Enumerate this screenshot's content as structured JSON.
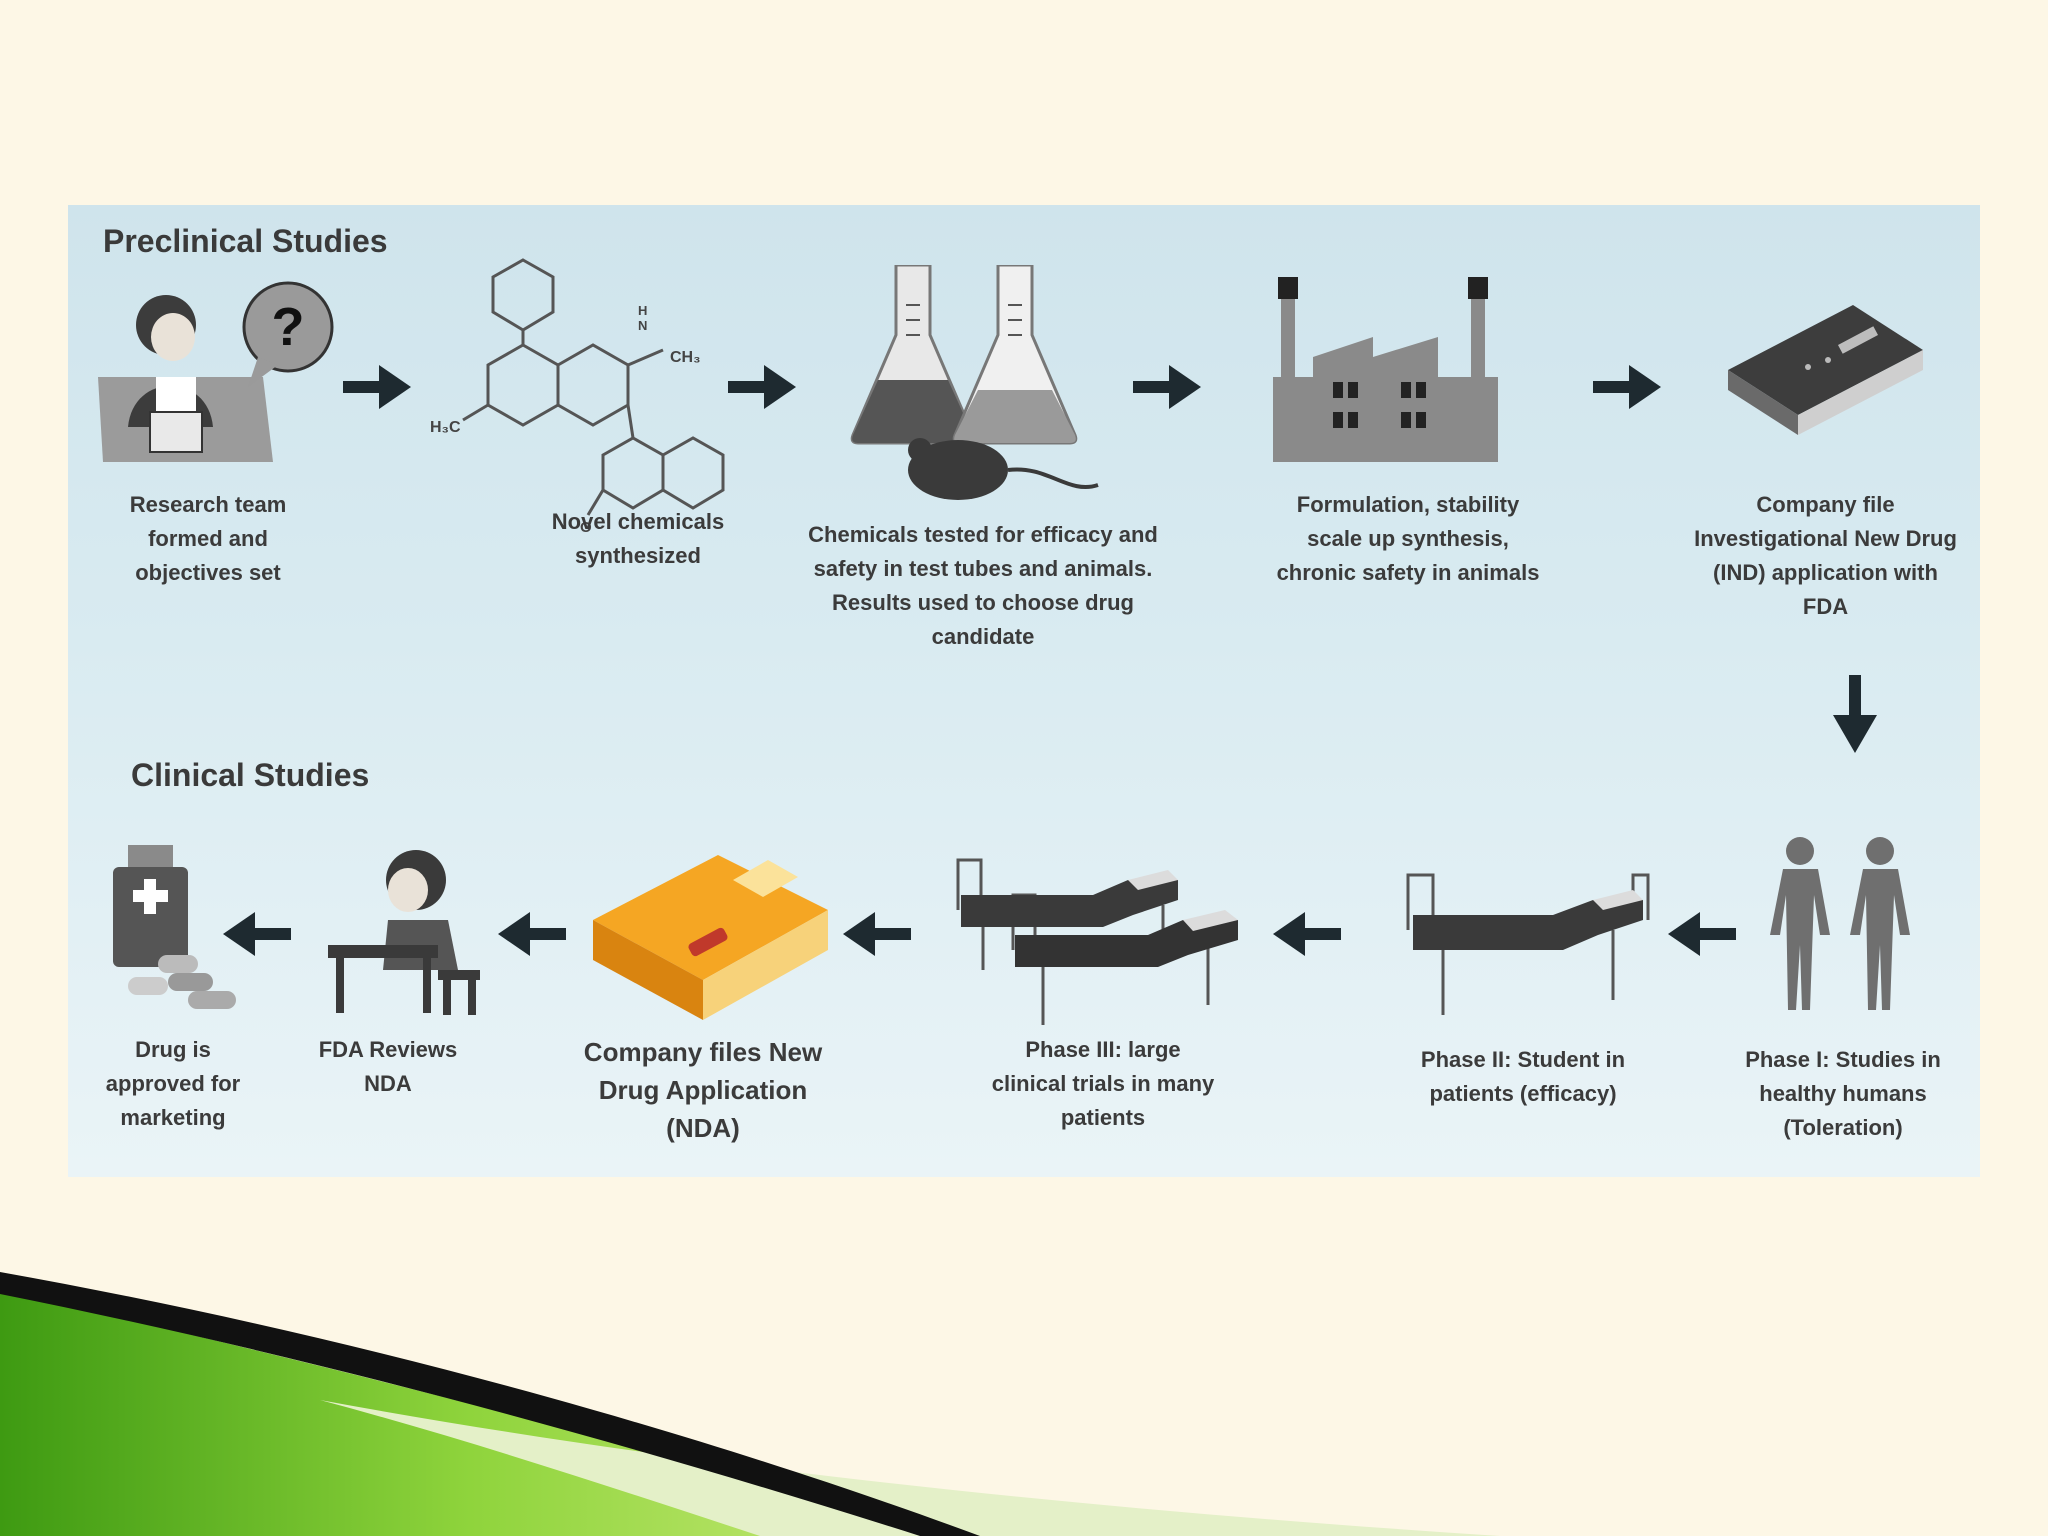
{
  "sections": {
    "preclinical_title": "Preclinical Studies",
    "clinical_title": "Clinical Studies"
  },
  "preclinical_steps": [
    {
      "icon": "researcher-question-icon",
      "caption": "Research team formed and objectives set"
    },
    {
      "icon": "chemical-structure-icon",
      "caption": "Novel chemicals synthesized"
    },
    {
      "icon": "flasks-and-mouse-icon",
      "caption": "Chemicals tested for efficacy and safety in test tubes and animals. Results used to choose drug candidate"
    },
    {
      "icon": "factory-icon",
      "caption": "Formulation, stability scale up synthesis, chronic safety in animals"
    },
    {
      "icon": "document-book-icon",
      "caption": "Company file Investigational New Drug (IND) application with FDA"
    }
  ],
  "clinical_steps": [
    {
      "icon": "human-figures-icon",
      "caption": "Phase I: Studies in healthy humans (Toleration)"
    },
    {
      "icon": "hospital-bed-icon",
      "caption": "Phase II: Student in patients (efficacy)"
    },
    {
      "icon": "hospital-beds-icon",
      "caption": "Phase III: large clinical trials in many patients"
    },
    {
      "icon": "application-folder-icon",
      "caption": "Company files New Drug Application (NDA)"
    },
    {
      "icon": "fda-reviewer-icon",
      "caption": "FDA Reviews NDA"
    },
    {
      "icon": "medicine-bottle-icon",
      "caption": "Drug is approved for marketing"
    }
  ],
  "chemical_labels": {
    "ch3": "CH₃",
    "h3c": "H₃C",
    "n": "N",
    "h": "H",
    "o": "O"
  },
  "colors": {
    "slide_background": "#fdf7e6",
    "panel_top": "#cfe4ec",
    "panel_bottom": "#eaf4f7",
    "accent_green": "#5fb81f",
    "folder_orange": "#f5a623",
    "icon_dark": "#3c3c3c"
  }
}
